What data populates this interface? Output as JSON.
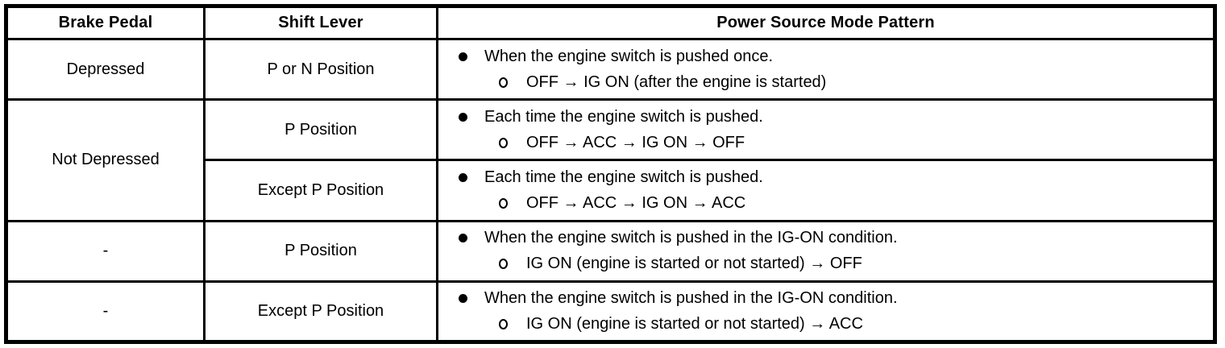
{
  "table": {
    "headers": [
      "Brake Pedal",
      "Shift Lever",
      "Power Source Mode Pattern"
    ],
    "rows": [
      {
        "brake": "Depressed",
        "shift": "P or N Position",
        "line1": "When the engine switch is pushed once.",
        "line2": "OFF → IG ON (after the engine is started)"
      },
      {
        "brake": "Not Depressed",
        "shift": "P Position",
        "line1": "Each time the engine switch is pushed.",
        "line2": "OFF → ACC → IG ON → OFF"
      },
      {
        "brake": "",
        "shift": "Except P Position",
        "line1": "Each time the engine switch is pushed.",
        "line2": "OFF → ACC → IG ON → ACC"
      },
      {
        "brake": "-",
        "shift": "P Position",
        "line1": "When the engine switch is pushed in the IG-ON condition.",
        "line2": "IG ON (engine is started or not started) → OFF"
      },
      {
        "brake": "-",
        "shift": "Except P Position",
        "line1": "When the engine switch is pushed in the IG-ON condition.",
        "line2": "IG ON (engine is started or not started) → ACC"
      }
    ],
    "colors": {
      "border": "#000000",
      "text": "#000000",
      "background": "#ffffff"
    }
  }
}
